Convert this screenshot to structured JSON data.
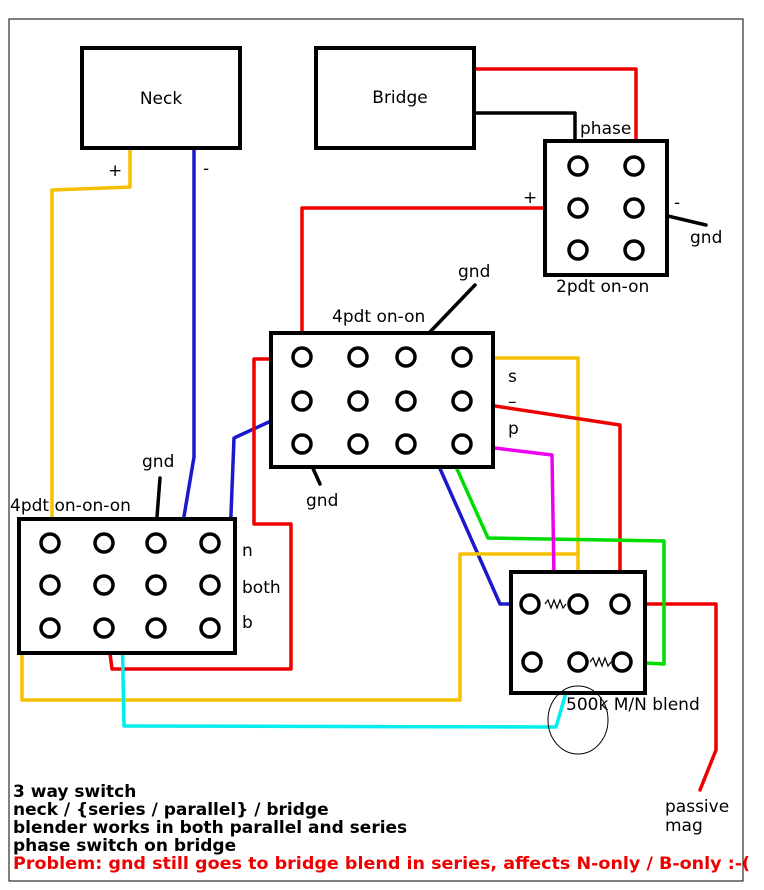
{
  "title": "",
  "labels": {
    "neck": "Neck",
    "bridge": "Bridge",
    "neck_plus": "+",
    "neck_minus": "-",
    "phase": "phase",
    "phase_plus": "+",
    "phase_minus": "-",
    "phase_gnd": "gnd",
    "phase_switch": "2pdt on-on",
    "gnd_top": "gnd",
    "upper_switch": "4pdt on-on",
    "pos_s": "s",
    "pos_dash": "–",
    "pos_p": "p",
    "gnd_upper_bottom": "gnd",
    "gnd_lower": "gnd",
    "lower_switch": "4pdt on-on-on",
    "pos_n": "n",
    "pos_both": "both",
    "pos_b": "b",
    "blend": "500k M/N blend",
    "passive": "passive",
    "mag": "mag"
  },
  "notes": {
    "line1": "3 way switch",
    "line2": "neck / {series / parallel} / bridge",
    "line3": "blender works in both parallel and series",
    "line4": "phase switch on bridge",
    "line5": "Problem: gnd still goes to bridge blend in series, affects N-only / B-only :-("
  },
  "colors": {
    "red": "#ee0000",
    "blue": "#1a1acc",
    "yellow": "#f5c000",
    "green": "#00dd00",
    "magenta": "#ee00ee",
    "cyan": "#00eeee",
    "black": "#000000",
    "problem_text": "#ee0000"
  }
}
